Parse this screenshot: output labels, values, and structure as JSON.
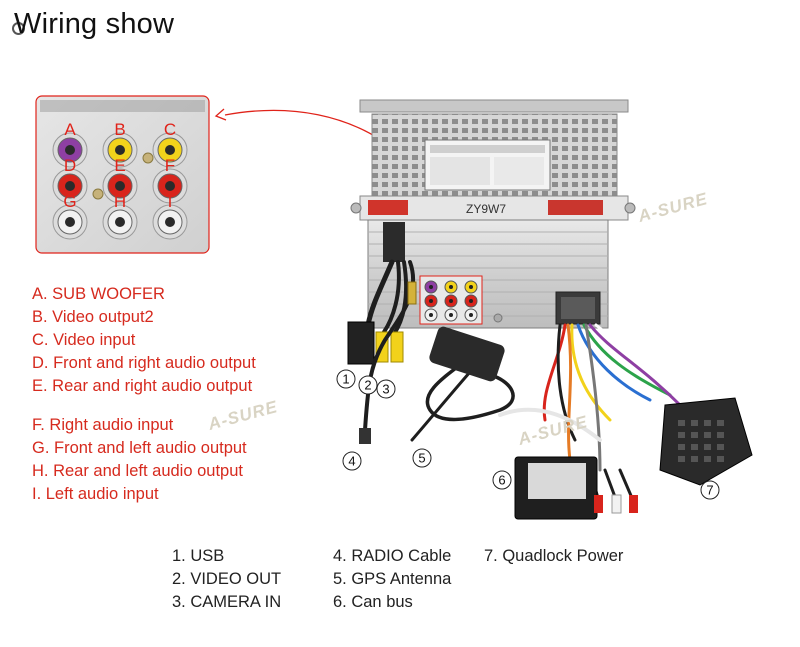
{
  "title": "Wiring show",
  "rca_letters": [
    "A",
    "B",
    "C",
    "D",
    "E",
    "F",
    "G",
    "H",
    "I"
  ],
  "legend_letters": [
    "A.  SUB WOOFER",
    "B.  Video output2",
    "C.  Video input",
    "D.  Front and right audio output",
    "E.  Rear and right audio output",
    "F. Right audio input",
    "G. Front and left audio output",
    "H. Rear and left audio output",
    "I. Left audio input"
  ],
  "legend_numbers": {
    "col1": [
      "1.  USB",
      "2.  VIDEO OUT",
      "3.  CAMERA IN"
    ],
    "col2": [
      "4. RADIO Cable",
      "5. GPS Antenna",
      "6. Can bus"
    ],
    "col3": [
      "7. Quadlock Power"
    ]
  },
  "callouts": [
    "1",
    "2",
    "3",
    "4",
    "5",
    "6",
    "7"
  ],
  "unit_label": "ZY9W7",
  "watermark": "A-SURE",
  "colors": {
    "legend_red": "#d62a1e",
    "rca_purple": "#8e3fa3",
    "rca_yellow": "#f2d21b",
    "rca_red": "#d8241c",
    "rca_white": "#f2f2f2"
  }
}
